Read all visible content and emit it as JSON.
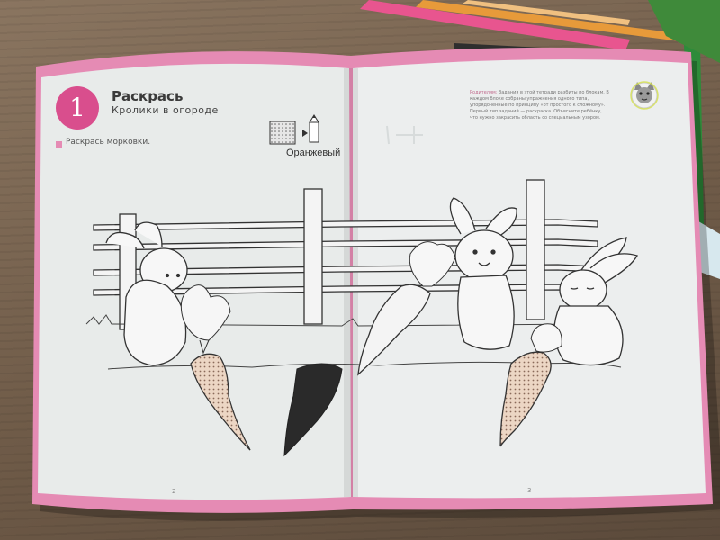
{
  "book": {
    "task_number": "1",
    "title": "Раскрась",
    "subtitle": "Кролики в огороде",
    "instruction": "Раскрась морковки.",
    "color_name": "Оранжевый",
    "parents_label": "Родителям:",
    "parents_text": "Задания в этой тетради разбиты по блокам. В каждом блоке собраны упражнения одного типа, упорядоченные по принципу «от простого к сложному». Первый тип заданий — раскраска. Объясните ребёнку, что нужно закрасить область со специальным узором.",
    "page_left": "2",
    "page_right": "3"
  },
  "icons": [
    "cat-face-icon",
    "pencil-icon",
    "pattern-swatch-icon"
  ],
  "colors": {
    "table": "#7a6552",
    "page": "#e9eceb",
    "border_pink": "#e58bb4",
    "accent_pink": "#d94e8d",
    "carrot_pattern": "#e8c9b0",
    "pencil_pink": "#e8558f",
    "pencil_orange": "#e79a3a",
    "pencil_green": "#2e8b3a"
  }
}
